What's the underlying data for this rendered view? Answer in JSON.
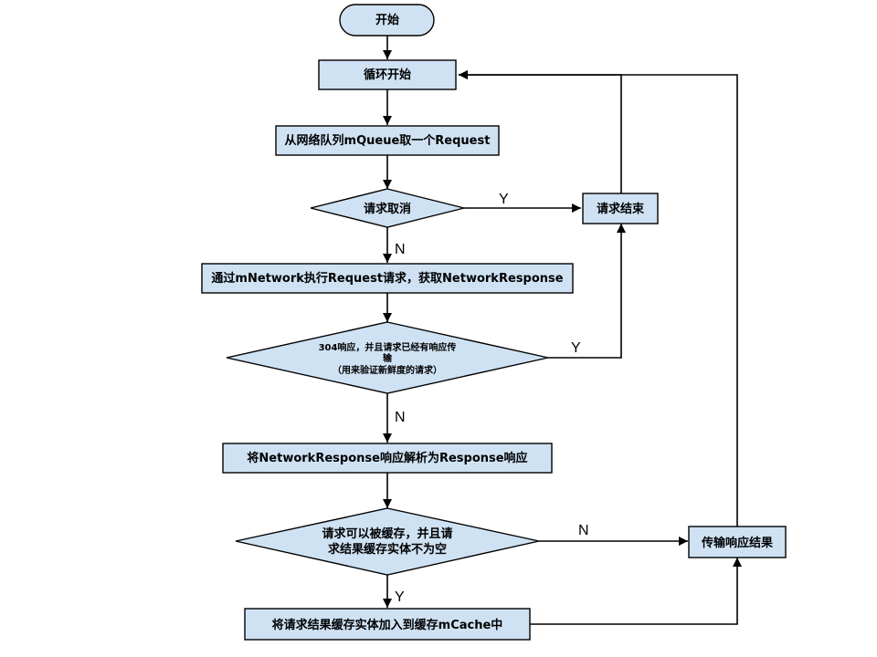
{
  "colors": {
    "fill": "#cfe2f3",
    "stroke": "#000000",
    "background": "#ffffff"
  },
  "nodes": {
    "start": "开始",
    "loop_start": "循环开始",
    "take_request": "从网络队列mQueue取一个Request",
    "is_canceled": "请求取消",
    "request_end": "请求结束",
    "perform_request": "通过mNetwork执行Request请求，获取NetworkResponse",
    "not_modified": {
      "line1": "304响应，并且请求已经有响应传",
      "line2": "输",
      "line3": "（用来验证新鲜度的请求）"
    },
    "parse_response": "将NetworkResponse响应解析为Response响应",
    "cacheable": {
      "line1": "请求可以被缓存，并且请",
      "line2": "求结果缓存实体不为空"
    },
    "deliver_response": "传输响应结果",
    "write_cache": "将请求结果缓存实体加入到缓存mCache中"
  },
  "edge_labels": {
    "canceled_yes": "Y",
    "canceled_no": "N",
    "not_modified_yes": "Y",
    "not_modified_no": "N",
    "cacheable_no": "N",
    "cacheable_yes": "Y"
  }
}
